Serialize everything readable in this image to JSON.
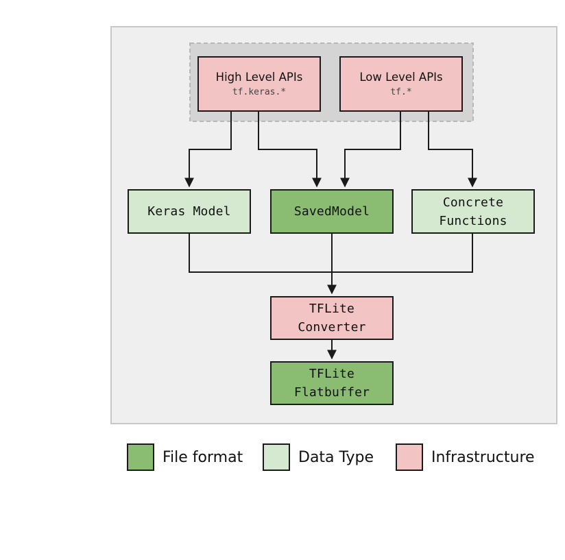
{
  "colors": {
    "file_format": "#8abd72",
    "data_type": "#d5e8d0",
    "infrastructure": "#f3c4c4",
    "panel_bg": "#efefef",
    "group_bg": "#d4d4d4"
  },
  "nodes": {
    "high_level": {
      "title": "High Level APIs",
      "subtitle": "tf.keras.*"
    },
    "low_level": {
      "title": "Low Level APIs",
      "subtitle": "tf.*"
    },
    "keras_model": {
      "label": "Keras Model"
    },
    "saved_model": {
      "label": "SavedModel"
    },
    "concrete_functions": {
      "line1": "Concrete",
      "line2": "Functions"
    },
    "tflite_converter": {
      "line1": "TFLite",
      "line2": "Converter"
    },
    "tflite_flatbuffer": {
      "line1": "TFLite",
      "line2": "Flatbuffer"
    }
  },
  "edges": [
    {
      "from": "High Level APIs",
      "to": "Keras Model"
    },
    {
      "from": "High Level APIs",
      "to": "SavedModel"
    },
    {
      "from": "Low Level APIs",
      "to": "SavedModel"
    },
    {
      "from": "Low Level APIs",
      "to": "Concrete Functions"
    },
    {
      "from": "Keras Model",
      "to": "TFLite Converter"
    },
    {
      "from": "SavedModel",
      "to": "TFLite Converter"
    },
    {
      "from": "Concrete Functions",
      "to": "TFLite Converter"
    },
    {
      "from": "TFLite Converter",
      "to": "TFLite Flatbuffer"
    }
  ],
  "legend": [
    {
      "label": "File format",
      "color": "#8abd72"
    },
    {
      "label": "Data Type",
      "color": "#d5e8d0"
    },
    {
      "label": "Infrastructure",
      "color": "#f3c4c4"
    }
  ]
}
